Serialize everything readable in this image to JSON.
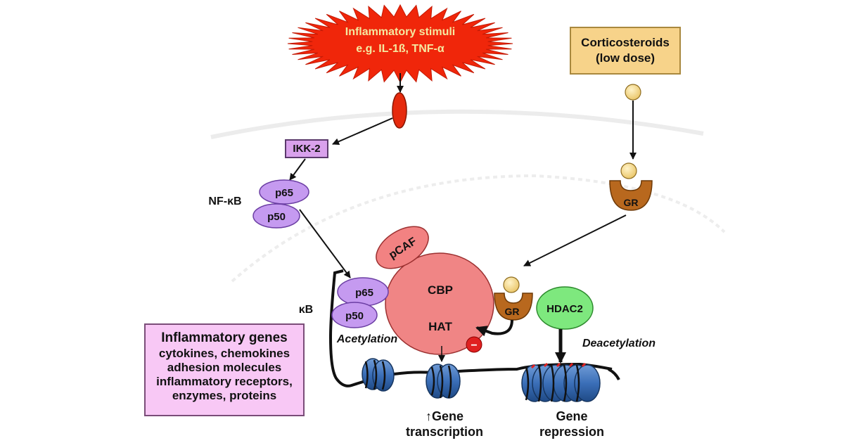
{
  "stimulus": {
    "line1": "Inflammatory stimuli",
    "line2": "e.g. IL-1ß, TNF-α"
  },
  "corticosteroids": {
    "line1": "Corticosteroids",
    "line2": "(low dose)"
  },
  "ikk": "IKK-2",
  "nfkb": {
    "label": "NF-κB",
    "p65": "p65",
    "p50": "p50"
  },
  "gr_receptor": "GR",
  "pcaf": "pCAF",
  "cbp": {
    "label": "CBP",
    "hat": "HAT"
  },
  "nuclear_nfkb": {
    "p65": "p65",
    "p50": "p50"
  },
  "kb_site": "κB",
  "acetylation": "Acetylation",
  "gr_complex": "GR",
  "hdac2": "HDAC2",
  "deacetylation": "Deacetylation",
  "inhibit_sign": "−",
  "inflammatory_genes": {
    "title": "Inflammatory genes",
    "items": [
      "cytokines, chemokines",
      "adhesion molecules",
      "inflammatory receptors,",
      "enzymes, proteins"
    ]
  },
  "gene_transcription": {
    "line1": "↑Gene",
    "line2": "transcription"
  },
  "gene_repression": {
    "line1": "Gene",
    "line2": "repression"
  },
  "colors": {
    "stimulus_burst": "#f0260a",
    "stimulus_text": "#f5e9a0",
    "receptor": "#e62a0d",
    "ikk_fill": "#d9a1ec",
    "nfkb_fill": "#c59af0",
    "cbp_fill": "#f08585",
    "pcaf_fill": "#f28282",
    "gr_fill": "#b8681e",
    "ligand_fill": "#f6d98e",
    "hdac2_fill": "#7ee87e",
    "nucleosome": "#3b6fb8",
    "cortico_box": "#f7d38a",
    "genes_box": "#f8c8f5",
    "inhibit_fill": "#e02020"
  }
}
